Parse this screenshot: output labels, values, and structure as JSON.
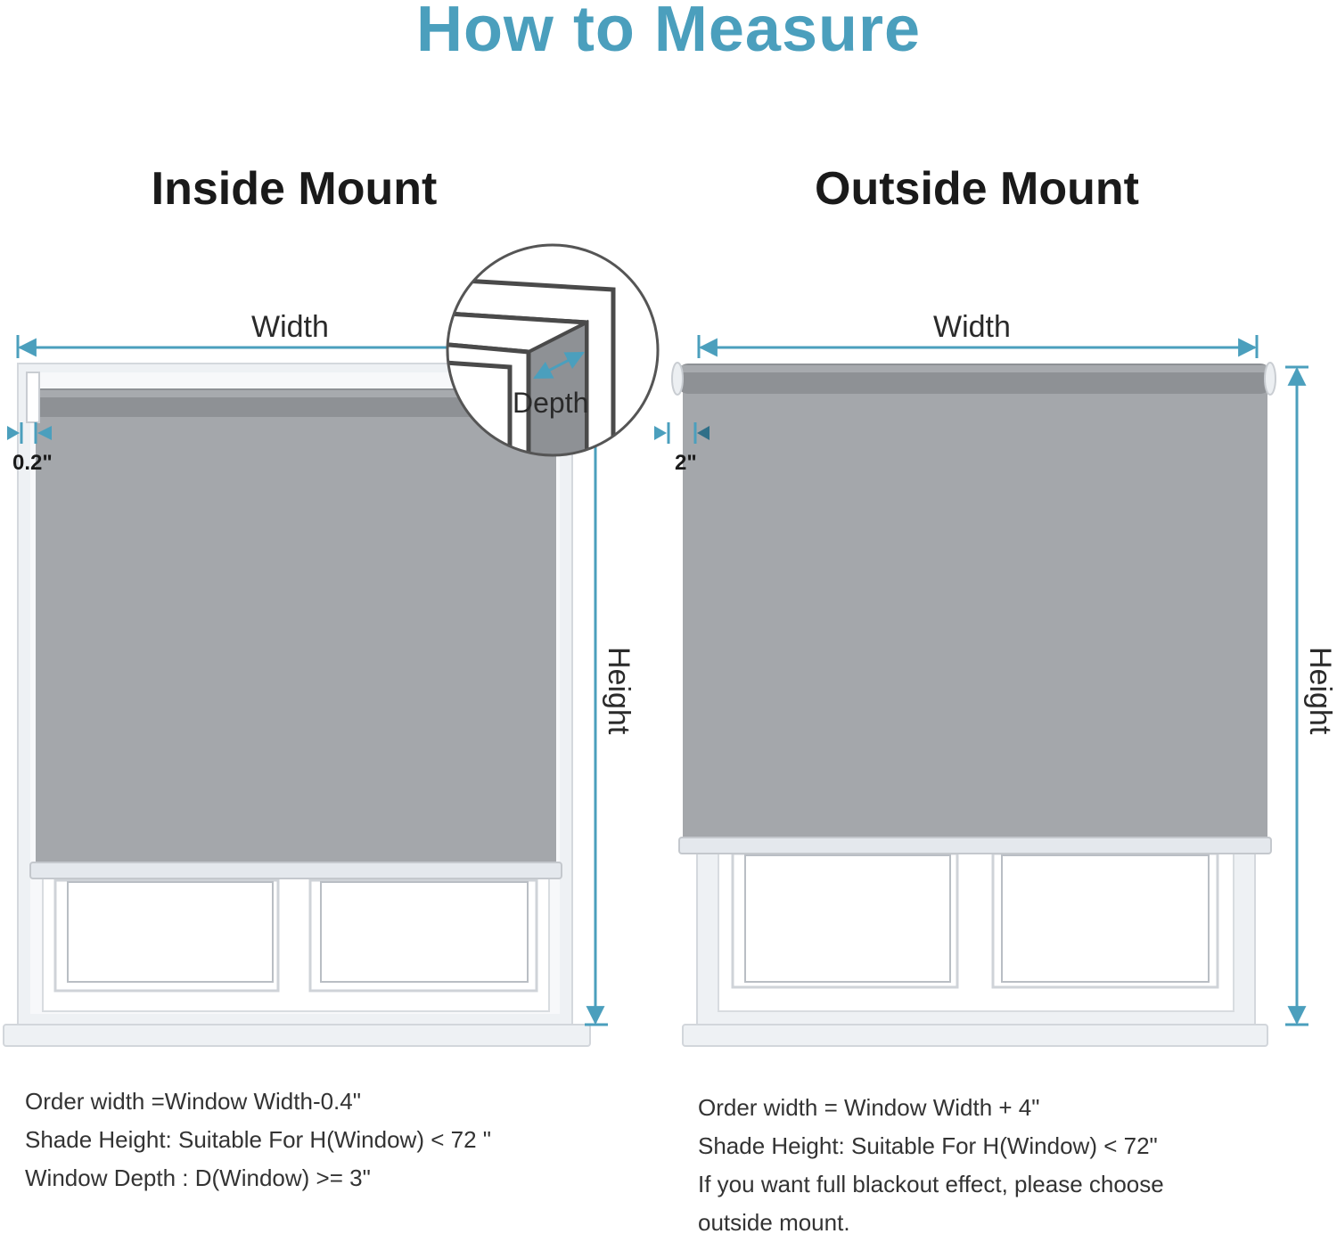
{
  "title": "How to Measure",
  "colors": {
    "accent": "#4b9fbd",
    "shade": "#a4a7ab",
    "roller": "#8e9195",
    "frame": "#e4e8ed",
    "text": "#1a1a1a"
  },
  "inside_mount": {
    "heading": "Inside Mount",
    "width_label": "Width",
    "height_label": "Height",
    "gap_label": "0.2\"",
    "depth_label": "Depth",
    "notes": [
      "Order width =Window Width-0.4\"",
      "Shade Height: Suitable For H(Window) < 72 \"",
      "Window Depth : D(Window) >= 3\""
    ]
  },
  "outside_mount": {
    "heading": "Outside Mount",
    "width_label": "Width",
    "height_label": "Height",
    "gap_label": "2\"",
    "notes": [
      "Order width = Window Width + 4\"",
      "Shade Height: Suitable For H(Window) < 72\"",
      "If you want full blackout effect, please choose",
      "outside mount."
    ]
  }
}
